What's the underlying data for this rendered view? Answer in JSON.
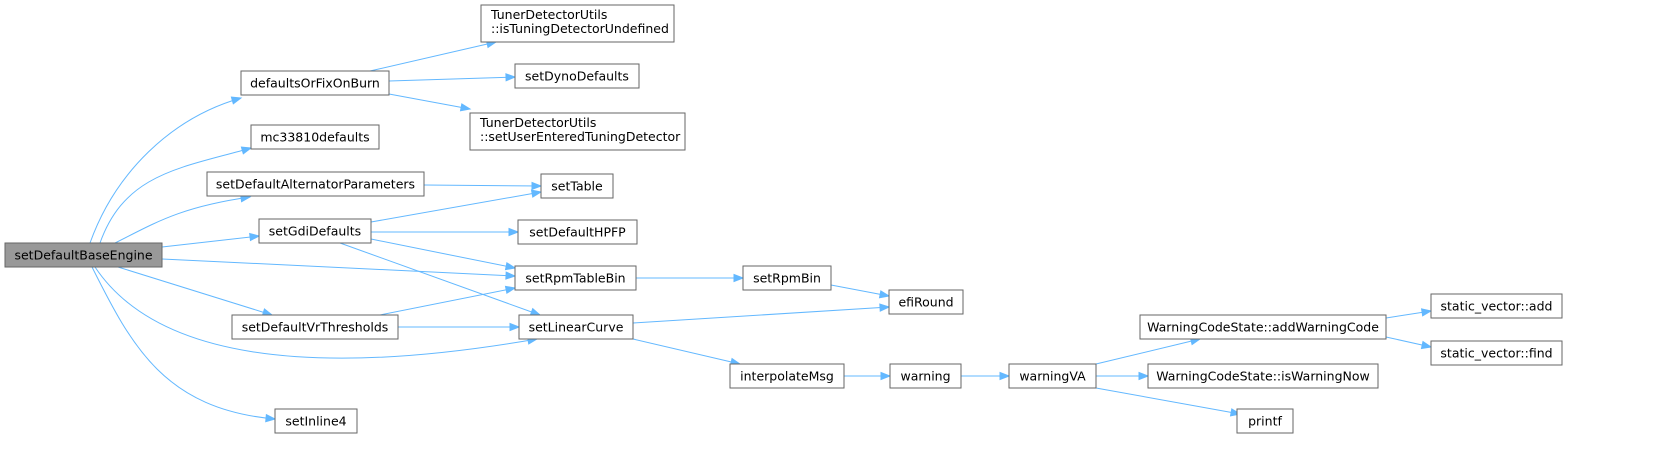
{
  "nodes": [
    {
      "id": "setDefaultBaseEngine",
      "lines": [
        "setDefaultBaseEngine"
      ],
      "root": true
    },
    {
      "id": "defaultsOrFixOnBurn",
      "lines": [
        "defaultsOrFixOnBurn"
      ]
    },
    {
      "id": "mc33810defaults",
      "lines": [
        "mc33810defaults"
      ]
    },
    {
      "id": "setDefaultAlternatorParameters",
      "lines": [
        "setDefaultAlternatorParameters"
      ]
    },
    {
      "id": "setGdiDefaults",
      "lines": [
        "setGdiDefaults"
      ]
    },
    {
      "id": "setDefaultVrThresholds",
      "lines": [
        "setDefaultVrThresholds"
      ]
    },
    {
      "id": "setInline4",
      "lines": [
        "setInline4"
      ]
    },
    {
      "id": "isTuningDetectorUndefined",
      "lines": [
        "TunerDetectorUtils",
        "::isTuningDetectorUndefined"
      ]
    },
    {
      "id": "setDynoDefaults",
      "lines": [
        "setDynoDefaults"
      ]
    },
    {
      "id": "setUserEnteredTuningDetector",
      "lines": [
        "TunerDetectorUtils",
        "::setUserEnteredTuningDetector"
      ]
    },
    {
      "id": "setTable",
      "lines": [
        "setTable"
      ]
    },
    {
      "id": "setDefaultHPFP",
      "lines": [
        "setDefaultHPFP"
      ]
    },
    {
      "id": "setRpmTableBin",
      "lines": [
        "setRpmTableBin"
      ]
    },
    {
      "id": "setLinearCurve",
      "lines": [
        "setLinearCurve"
      ]
    },
    {
      "id": "setRpmBin",
      "lines": [
        "setRpmBin"
      ]
    },
    {
      "id": "efiRound",
      "lines": [
        "efiRound"
      ]
    },
    {
      "id": "interpolateMsg",
      "lines": [
        "interpolateMsg"
      ]
    },
    {
      "id": "warning",
      "lines": [
        "warning"
      ]
    },
    {
      "id": "warningVA",
      "lines": [
        "warningVA"
      ]
    },
    {
      "id": "addWarningCode",
      "lines": [
        "WarningCodeState::addWarningCode"
      ]
    },
    {
      "id": "isWarningNow",
      "lines": [
        "WarningCodeState::isWarningNow"
      ]
    },
    {
      "id": "printf",
      "lines": [
        "printf"
      ]
    },
    {
      "id": "staticVectorAdd",
      "lines": [
        "static_vector::add"
      ]
    },
    {
      "id": "staticVectorFind",
      "lines": [
        "static_vector::find"
      ]
    }
  ],
  "edges": [
    [
      "setDefaultBaseEngine",
      "defaultsOrFixOnBurn"
    ],
    [
      "setDefaultBaseEngine",
      "mc33810defaults"
    ],
    [
      "setDefaultBaseEngine",
      "setDefaultAlternatorParameters"
    ],
    [
      "setDefaultBaseEngine",
      "setGdiDefaults"
    ],
    [
      "setDefaultBaseEngine",
      "setRpmTableBin"
    ],
    [
      "setDefaultBaseEngine",
      "setDefaultVrThresholds"
    ],
    [
      "setDefaultBaseEngine",
      "setLinearCurve"
    ],
    [
      "setDefaultBaseEngine",
      "setInline4"
    ],
    [
      "defaultsOrFixOnBurn",
      "isTuningDetectorUndefined"
    ],
    [
      "defaultsOrFixOnBurn",
      "setDynoDefaults"
    ],
    [
      "defaultsOrFixOnBurn",
      "setUserEnteredTuningDetector"
    ],
    [
      "setDefaultAlternatorParameters",
      "setTable"
    ],
    [
      "setGdiDefaults",
      "setTable"
    ],
    [
      "setGdiDefaults",
      "setDefaultHPFP"
    ],
    [
      "setGdiDefaults",
      "setRpmTableBin"
    ],
    [
      "setGdiDefaults",
      "setLinearCurve"
    ],
    [
      "setDefaultVrThresholds",
      "setRpmTableBin"
    ],
    [
      "setDefaultVrThresholds",
      "setLinearCurve"
    ],
    [
      "setRpmTableBin",
      "setRpmBin"
    ],
    [
      "setRpmBin",
      "efiRound"
    ],
    [
      "setLinearCurve",
      "efiRound"
    ],
    [
      "setLinearCurve",
      "interpolateMsg"
    ],
    [
      "interpolateMsg",
      "warning"
    ],
    [
      "warning",
      "warningVA"
    ],
    [
      "warningVA",
      "addWarningCode"
    ],
    [
      "warningVA",
      "isWarningNow"
    ],
    [
      "warningVA",
      "printf"
    ],
    [
      "addWarningCode",
      "staticVectorAdd"
    ],
    [
      "addWarningCode",
      "staticVectorFind"
    ]
  ]
}
